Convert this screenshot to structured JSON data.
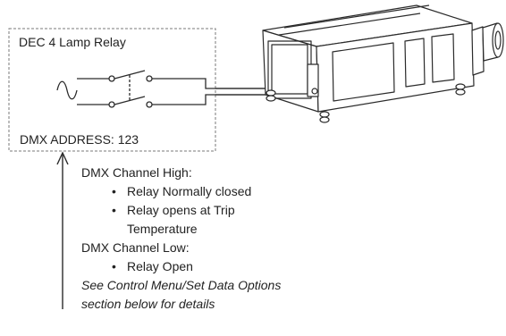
{
  "relay_box": {
    "title": "DEC 4 Lamp Relay",
    "address": "DMX ADDRESS: 123"
  },
  "notes": {
    "high_header": "DMX Channel High:",
    "high_items": [
      "Relay Normally closed",
      "Relay opens at Trip Temperature"
    ],
    "low_header": "DMX Channel Low:",
    "low_items": [
      "Relay Open"
    ],
    "footnote_line1": "See Control Menu/Set Data Options",
    "footnote_line2": "section below for details"
  },
  "colors": {
    "line": "#2b2b2b",
    "border": "#7a7a7a",
    "projector_fill": "#ffffff"
  }
}
